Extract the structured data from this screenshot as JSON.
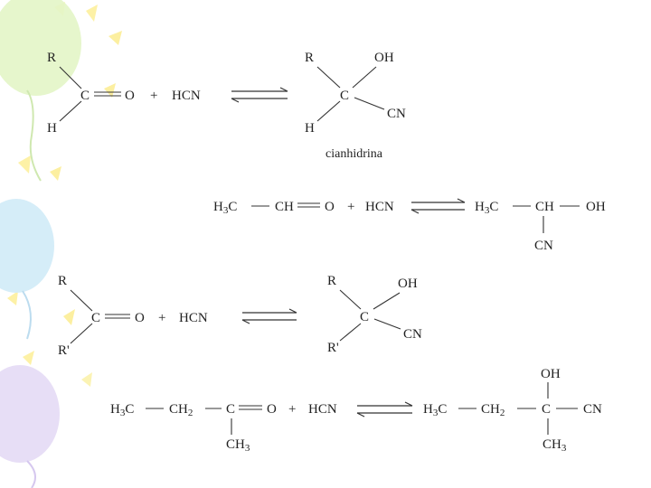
{
  "reaction1": {
    "reactant": {
      "r": "R",
      "c": "C",
      "h": "H",
      "o": "O"
    },
    "plus": "+",
    "reagent": "HCN",
    "product": {
      "r": "R",
      "oh": "OH",
      "c": "C",
      "cn": "CN",
      "h": "H"
    },
    "product_name": "cianhidrina"
  },
  "reaction2": {
    "reactant": {
      "h3": "H",
      "sub3": "3",
      "c": "C",
      "ch": "CH",
      "o": "O"
    },
    "plus": "+",
    "reagent": "HCN",
    "product": {
      "h3": "H",
      "sub3": "3",
      "c": "C",
      "ch": "CH",
      "oh": "OH",
      "cn": "CN"
    }
  },
  "reaction3": {
    "reactant": {
      "r": "R",
      "c": "C",
      "rp": "R'",
      "o": "O"
    },
    "plus": "+",
    "reagent": "HCN",
    "product": {
      "r": "R",
      "oh": "OH",
      "c": "C",
      "cn": "CN",
      "rp": "R'"
    }
  },
  "reaction4": {
    "reactant": {
      "h3": "H",
      "sub3": "3",
      "c1": "C",
      "ch2": "CH",
      "sub2": "2",
      "c2": "C",
      "o": "O",
      "ch3": "CH",
      "sub3b": "3"
    },
    "plus": "+",
    "reagent": "HCN",
    "product": {
      "h3": "H",
      "sub3": "3",
      "c1": "C",
      "ch2": "CH",
      "sub2": "2",
      "c2": "C",
      "oh": "OH",
      "cn": "CN",
      "ch3": "CH",
      "sub3b": "3"
    }
  },
  "colors": {
    "balloon_yellow": "#fdf5b8",
    "balloon_green": "#e3f5c6",
    "balloon_blue": "#d3ecf8",
    "balloon_purple": "#e6dcf6",
    "ink": "#222222"
  },
  "decoration_icons": [
    "balloon-icon",
    "confetti-icon"
  ]
}
